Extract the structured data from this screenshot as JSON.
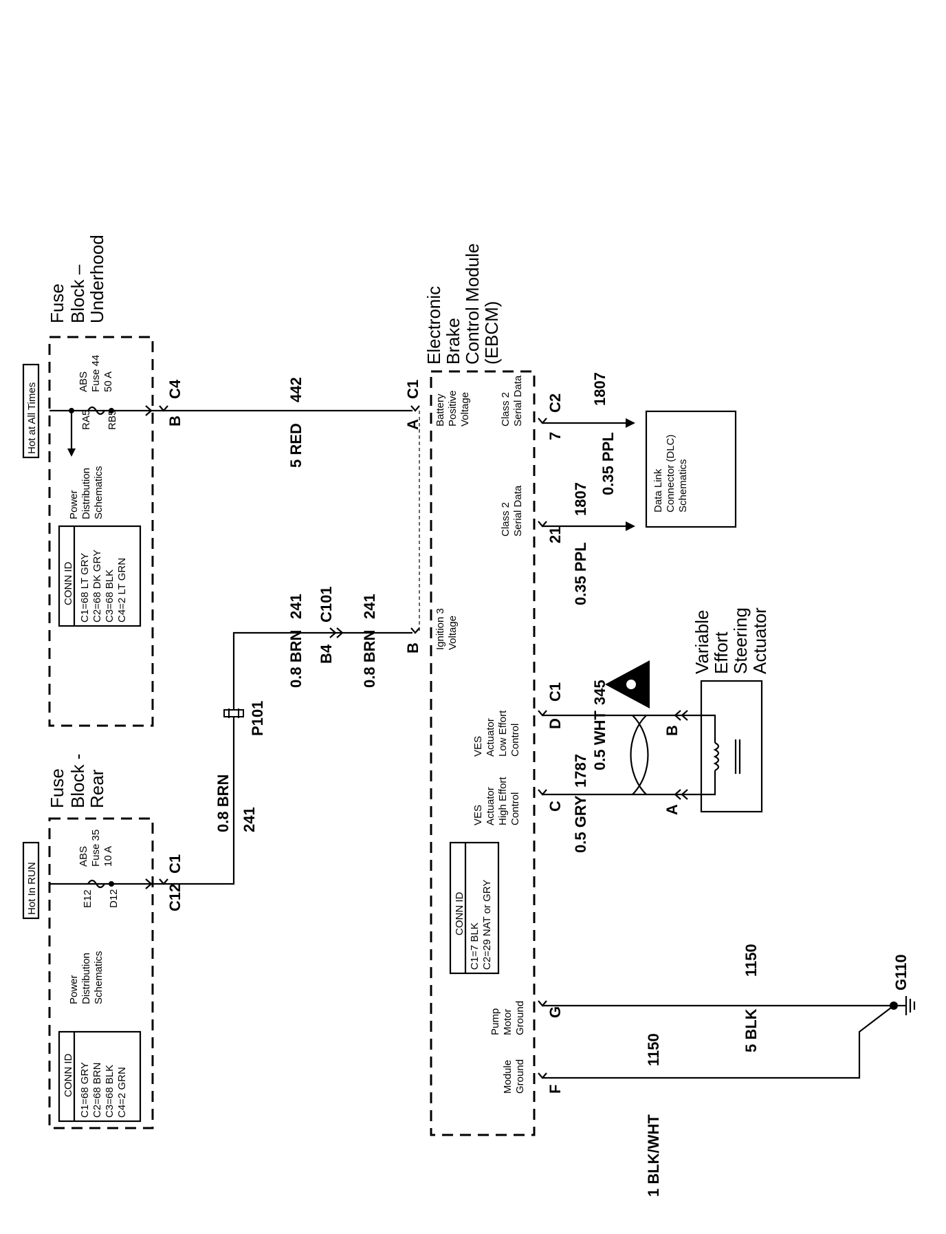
{
  "hot_at_all_times": "Hot at All Times",
  "hot_in_run": "Hot In RUN",
  "fuse_block_underhood": {
    "title_1": "Fuse",
    "title_2": "Block –",
    "title_3": "Underhood",
    "conn_id_title": "CONN ID",
    "conn_lines": [
      "C1=68 LT GRY",
      "C2=68 DK GRY",
      "C3=68 BLK",
      "C4=2 LT GRN"
    ],
    "power_distribution": [
      "Power",
      "Distribution",
      "Schematics"
    ],
    "ra5": "RA5",
    "rb5": "RB5",
    "fuse_label": [
      "ABS",
      "Fuse 44",
      "50 A"
    ],
    "pin_b": "B",
    "connector_c4": "C4"
  },
  "fuse_block_rear": {
    "title_1": "Fuse",
    "title_2": "Block -",
    "title_3": "Rear",
    "conn_id_title": "CONN ID",
    "conn_lines": [
      "C1=68 GRY",
      "C2=68 BRN",
      "C3=68 BLK",
      "C4=2 GRN"
    ],
    "power_distribution": [
      "Power",
      "Distribution",
      "Schematics"
    ],
    "e12": "E12",
    "d12": "D12",
    "fuse_label": [
      "ABS",
      "Fuse 35",
      "10 A"
    ],
    "pin_c12": "C12",
    "connector_c1": "C1"
  },
  "wires": {
    "red_gauge": "5 RED",
    "red_circuit": "442",
    "brn_gauge_top": "0.8 BRN",
    "brn_circuit_top": "241",
    "c101": "C101",
    "b4": "B4",
    "brn_gauge_mid": "0.8 BRN",
    "brn_circuit_mid": "241",
    "p101": "P101",
    "brn_gauge_low": "0.8 BRN",
    "brn_circuit_low": "241",
    "ppl_gauge_a": "0.35 PPL",
    "ppl_circuit_a": "1807",
    "ppl_gauge_b": "0.35 PPL",
    "ppl_circuit_b": "1807",
    "wht_gauge": "0.5 WHT",
    "wht_circuit": "345",
    "gry_gauge": "0.5 GRY",
    "gry_circuit": "1787",
    "blk_gauge": "5 BLK",
    "blk_circuit": "1150",
    "blkwht_gauge": "1 BLK/WHT",
    "blkwht_circuit": "1150"
  },
  "ebcm": {
    "title": [
      "Electronic",
      "Brake",
      "Control Module",
      "(EBCM)"
    ],
    "pin_a": "A",
    "c1_top": "C1",
    "battery_voltage": [
      "Battery",
      "Positive",
      "Voltage"
    ],
    "pin_b": "B",
    "ignition": [
      "Ignition 3",
      "Voltage"
    ],
    "class2_a": [
      "Class 2",
      "Serial Data"
    ],
    "pin_21": "21",
    "class2_b": [
      "Class 2",
      "Serial Data"
    ],
    "pin_7": "7",
    "c2": "C2",
    "ves_low": [
      "VES",
      "Actuator",
      "Low Effort",
      "Control"
    ],
    "pin_d": "D",
    "c1_mid": "C1",
    "ves_high": [
      "VES",
      "Actuator",
      "High Effort",
      "Control"
    ],
    "pin_c": "C",
    "conn_id_title": "CONN ID",
    "conn_lines": [
      "C1=7 BLK",
      "C2=29 NAT or GRY"
    ],
    "pump_ground": [
      "Pump",
      "Motor",
      "Ground"
    ],
    "pin_g": "G",
    "module_ground": [
      "Module",
      "Ground"
    ],
    "pin_f": "F"
  },
  "dlc": [
    "Data Link",
    "Connector (DLC)",
    "Schematics"
  ],
  "actuator": {
    "title": [
      "Variable",
      "Effort",
      "Steering",
      "Actuator"
    ],
    "pin_b": "B",
    "pin_a": "A"
  },
  "ground": "G110"
}
